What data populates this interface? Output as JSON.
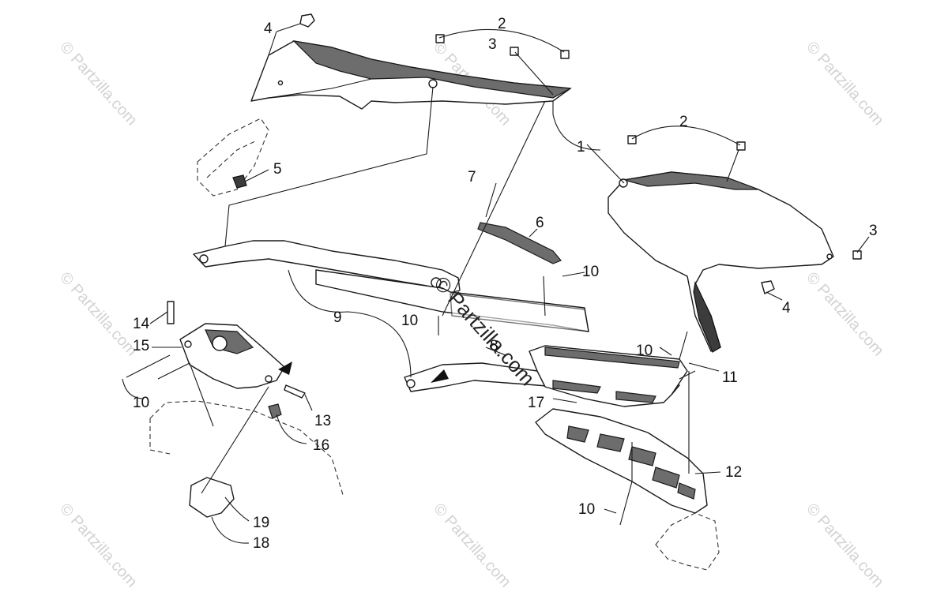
{
  "watermark": "© Partzilla.com",
  "center_watermark": "© Partzilla.com",
  "labels": {
    "l1": "1",
    "l2a": "2",
    "l2b": "2",
    "l3a": "3",
    "l3b": "3",
    "l4a": "4",
    "l4b": "4",
    "l5": "5",
    "l6": "6",
    "l7": "7",
    "l8": "8",
    "l9": "9",
    "l10a": "10",
    "l10b": "10",
    "l10c": "10",
    "l10d": "10",
    "l10e": "10",
    "l11": "11",
    "l12": "12",
    "l13": "13",
    "l14": "14",
    "l15": "15",
    "l16": "16",
    "l17": "17",
    "l18": "18",
    "l19": "19"
  }
}
